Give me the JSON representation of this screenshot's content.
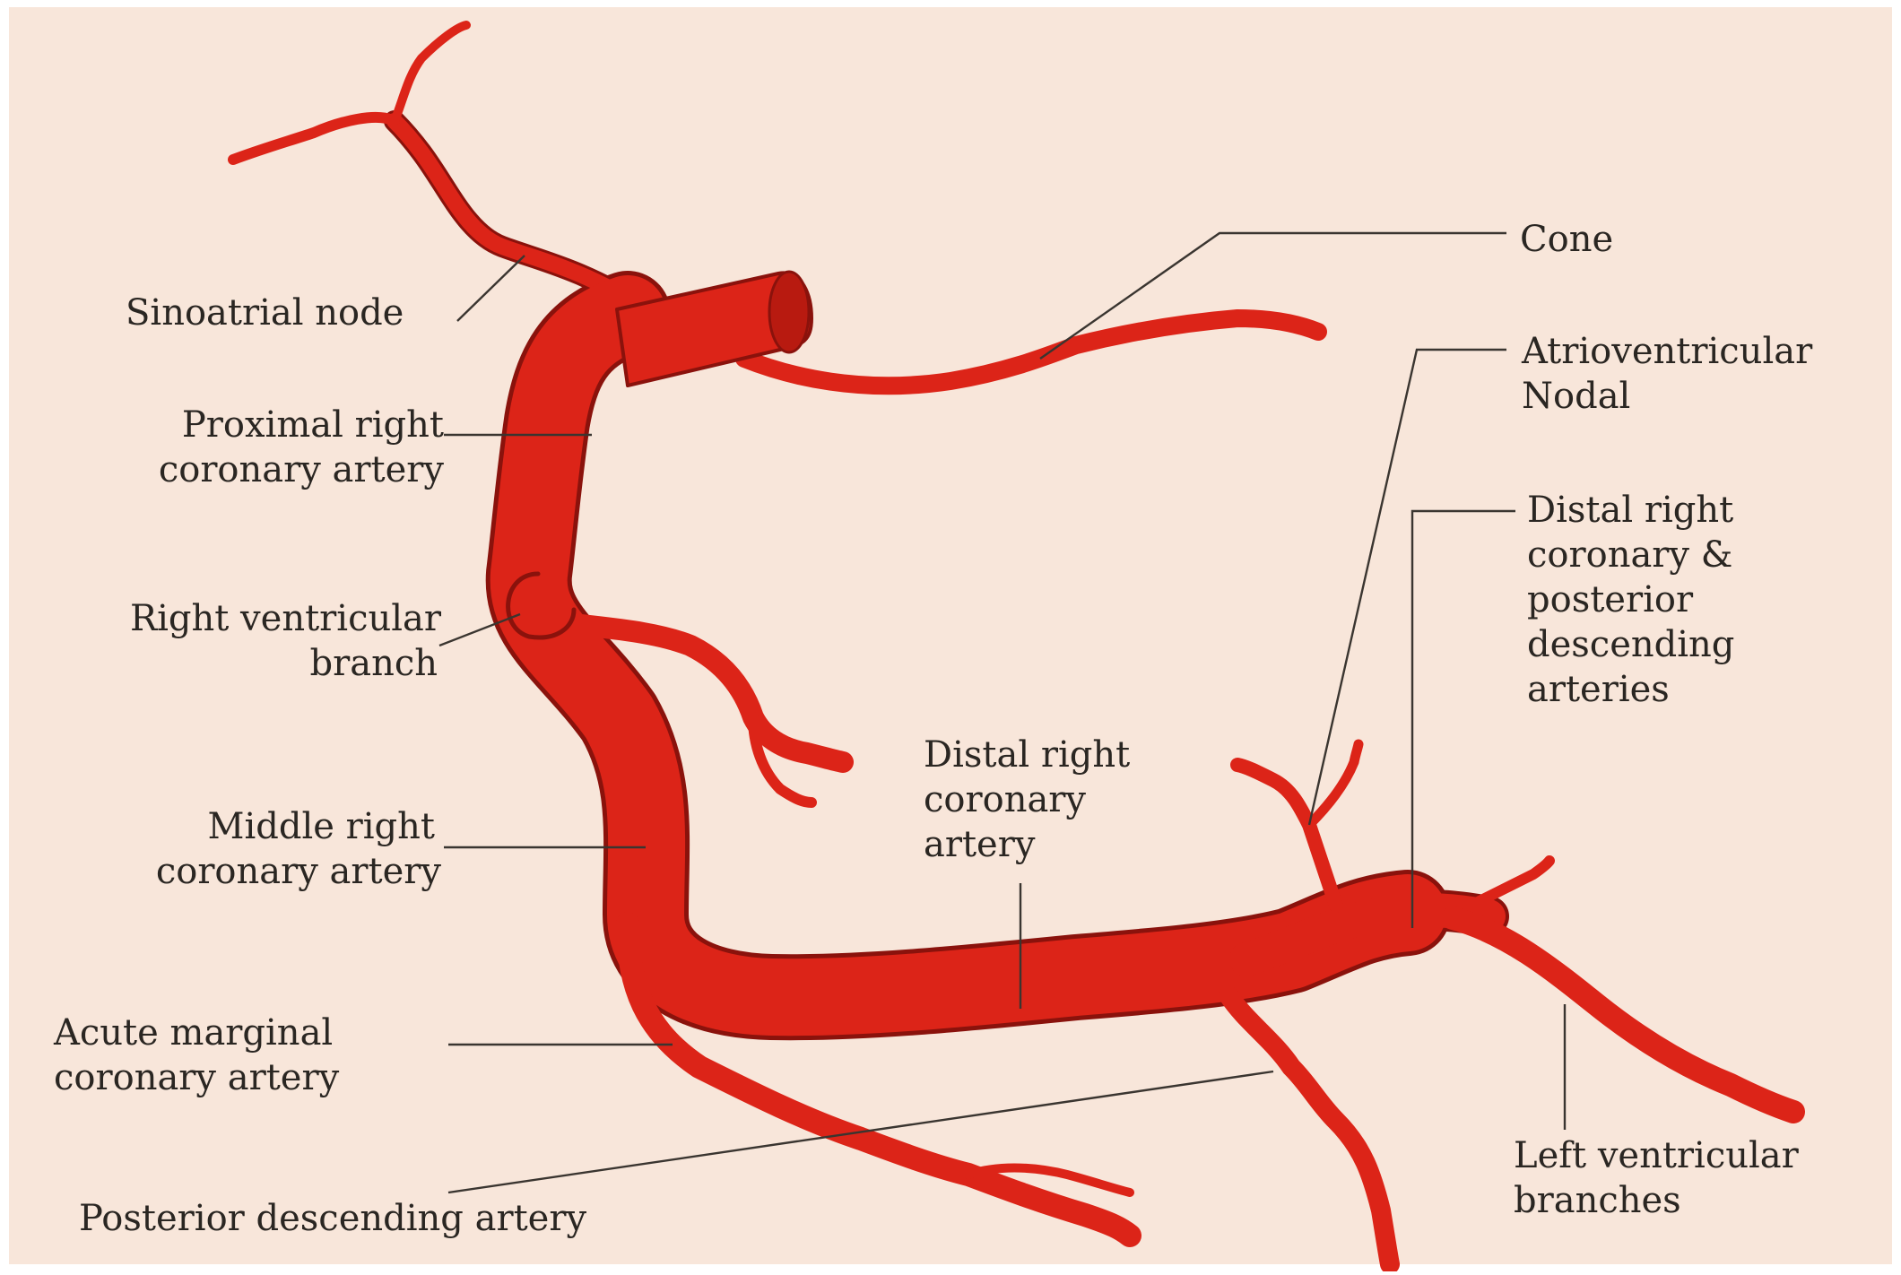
{
  "colors": {
    "background": "#f8e6da",
    "frame": "#ffffff",
    "artery": "#dc2418",
    "artery_outline": "#7a0e0a",
    "leader_line": "#3a3530",
    "label_text": "#2a2622"
  },
  "labels": {
    "sinoatrial_node": "Sinoatrial node",
    "proximal_right_1": "Proximal right",
    "proximal_right_2": "coronary artery",
    "right_ventricular_1": "Right ventricular",
    "right_ventricular_2": "branch",
    "middle_right_1": "Middle right",
    "middle_right_2": "coronary artery",
    "acute_marginal_1": "Acute marginal",
    "acute_marginal_2": "coronary artery",
    "posterior_descending": "Posterior descending artery",
    "cone": "Cone",
    "av_nodal_1": "Atrioventricular",
    "av_nodal_2": "Nodal",
    "distal_pda_1": "Distal right",
    "distal_pda_2": "coronary &",
    "distal_pda_3": "posterior",
    "distal_pda_4": "descending",
    "distal_pda_5": "arteries",
    "distal_right_1": "Distal right",
    "distal_right_2": "coronary",
    "distal_right_3": "artery",
    "left_ventricular_1": "Left ventricular",
    "left_ventricular_2": "branches"
  }
}
